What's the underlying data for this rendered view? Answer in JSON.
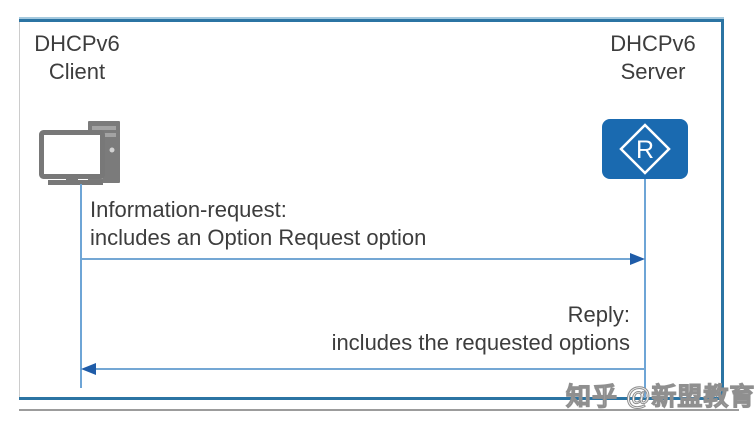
{
  "diagram": {
    "client": {
      "line1": "DHCPv6",
      "line2": "Client",
      "icon": "desktop-computer-icon"
    },
    "server": {
      "line1": "DHCPv6",
      "line2": "Server",
      "icon": "router-icon",
      "router_letter": "R"
    },
    "messages": [
      {
        "id": "information-request",
        "line1": "Information-request:",
        "line2": "includes an Option Request option",
        "from": "client",
        "to": "server",
        "direction": "right"
      },
      {
        "id": "reply",
        "line1": "Reply:",
        "line2": "includes the requested options",
        "from": "server",
        "to": "client",
        "direction": "left"
      }
    ],
    "colors": {
      "frame_blue": "#2b74a3",
      "frame_blue_light": "#a5c9de",
      "lifeline_blue": "#6ea5d6",
      "arrow_line_blue": "#74a7d4",
      "arrowhead_blue": "#1f5ca8",
      "router_icon_blue": "#1a6ab0",
      "computer_gray": "#7b7b7b",
      "text_gray": "#3d3d3d",
      "underline_gray": "#9c9c9c"
    }
  },
  "watermark": {
    "text": "知乎 @新盟教育"
  }
}
